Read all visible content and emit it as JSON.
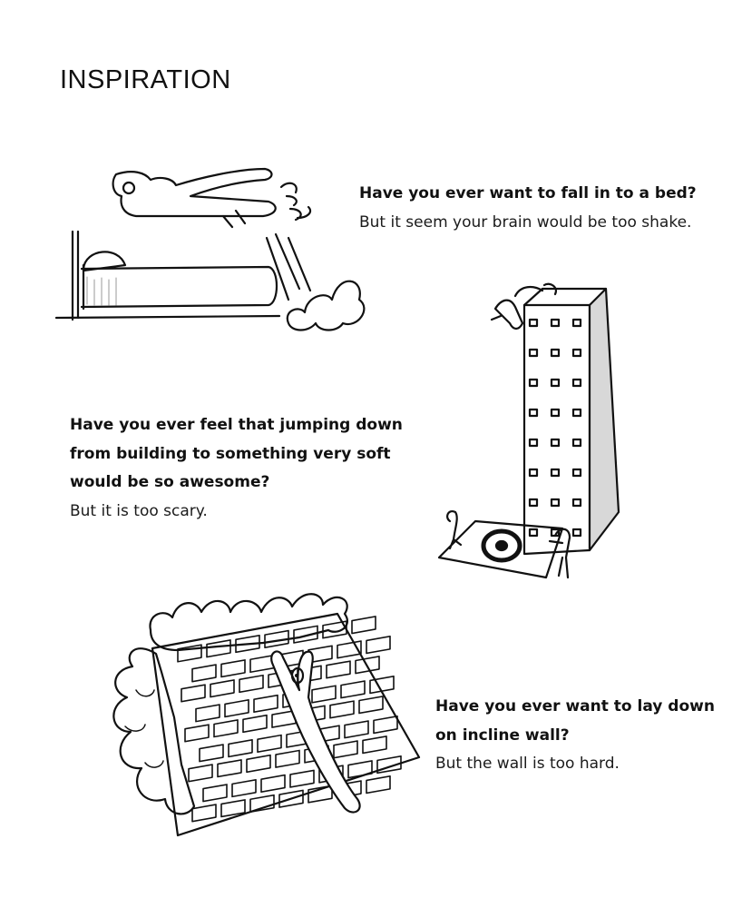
{
  "page": {
    "title": "INSPIRATION"
  },
  "sections": [
    {
      "question": "Have you ever want to fall in to a bed?",
      "answer": "But it seem your brain would be too shake."
    },
    {
      "question_lines": [
        "Have you ever feel that jumping down",
        "from building to something very soft",
        "would be so awesome?"
      ],
      "answer": "But it is too scary."
    },
    {
      "question_lines": [
        "Have you ever want to lay down",
        "on incline wall?"
      ],
      "answer": "But the wall is too hard."
    }
  ],
  "illustrations": [
    {
      "id": "bed-jump",
      "depicts": "person-falling-onto-bed-icon"
    },
    {
      "id": "building-jump",
      "depicts": "person-jumping-from-building-onto-target-icon"
    },
    {
      "id": "incline-wall",
      "depicts": "person-lying-on-brick-wall-icon"
    }
  ]
}
